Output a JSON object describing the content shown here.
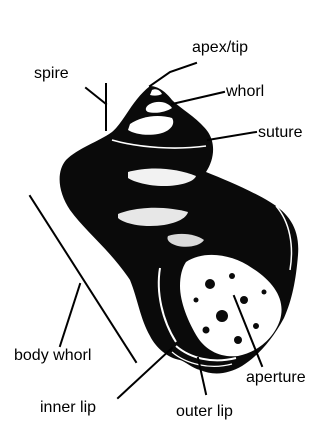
{
  "labels": {
    "apex": "apex/tip",
    "spire": "spire",
    "whorl": "whorl",
    "suture": "suture",
    "body_whorl": "body whorl",
    "aperture": "aperture",
    "inner_lip": "inner lip",
    "outer_lip": "outer lip"
  },
  "colors": {
    "ink": "#000000",
    "shell_dark": "#0a0a0a",
    "highlight": "#ffffff",
    "background": "#ffffff"
  }
}
